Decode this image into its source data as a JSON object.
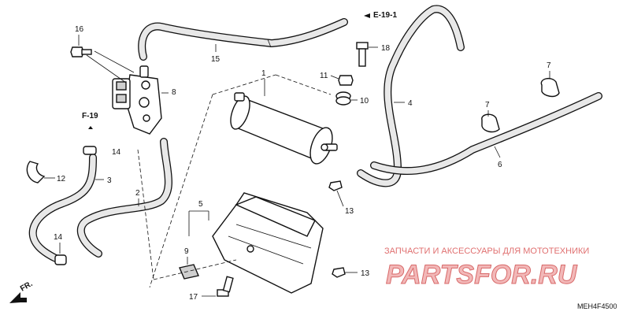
{
  "diagram": {
    "code": "MEH4F4500",
    "references": {
      "top_right": "E-19-1",
      "left": "F-19",
      "front": "FR."
    },
    "callouts": [
      "1",
      "2",
      "3",
      "4",
      "5",
      "6",
      "7",
      "7",
      "8",
      "9",
      "10",
      "11",
      "12",
      "13",
      "13",
      "14",
      "14",
      "15",
      "16",
      "17",
      "18"
    ],
    "watermark": {
      "line": "ЗАПЧАСТИ И АКСЕССУАРЫ ДЛЯ МОТОТЕХНИКИ",
      "logo": "PARTSFOR.RU"
    }
  }
}
